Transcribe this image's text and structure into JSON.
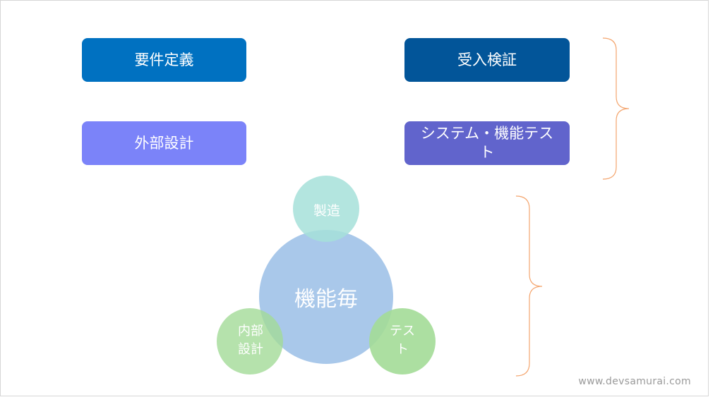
{
  "boxes": {
    "requirements": "要件定義",
    "external_design": "外部設計",
    "acceptance": "受入検証",
    "system_test": "システム・機能テスト"
  },
  "circles": {
    "center": "機能毎",
    "top": "製造",
    "left": "内部設計",
    "right": "テスト"
  },
  "colors": {
    "requirements": "#0071c1",
    "external_design": "#7b83f9",
    "acceptance": "#025599",
    "system_test": "#6164cc",
    "center_circle": "#a9c8ea",
    "top_circle": "#a6e0d9",
    "green_circle": "#a3db97",
    "bracket": "#f4a56e"
  },
  "watermark": "www.devsamurai.com"
}
